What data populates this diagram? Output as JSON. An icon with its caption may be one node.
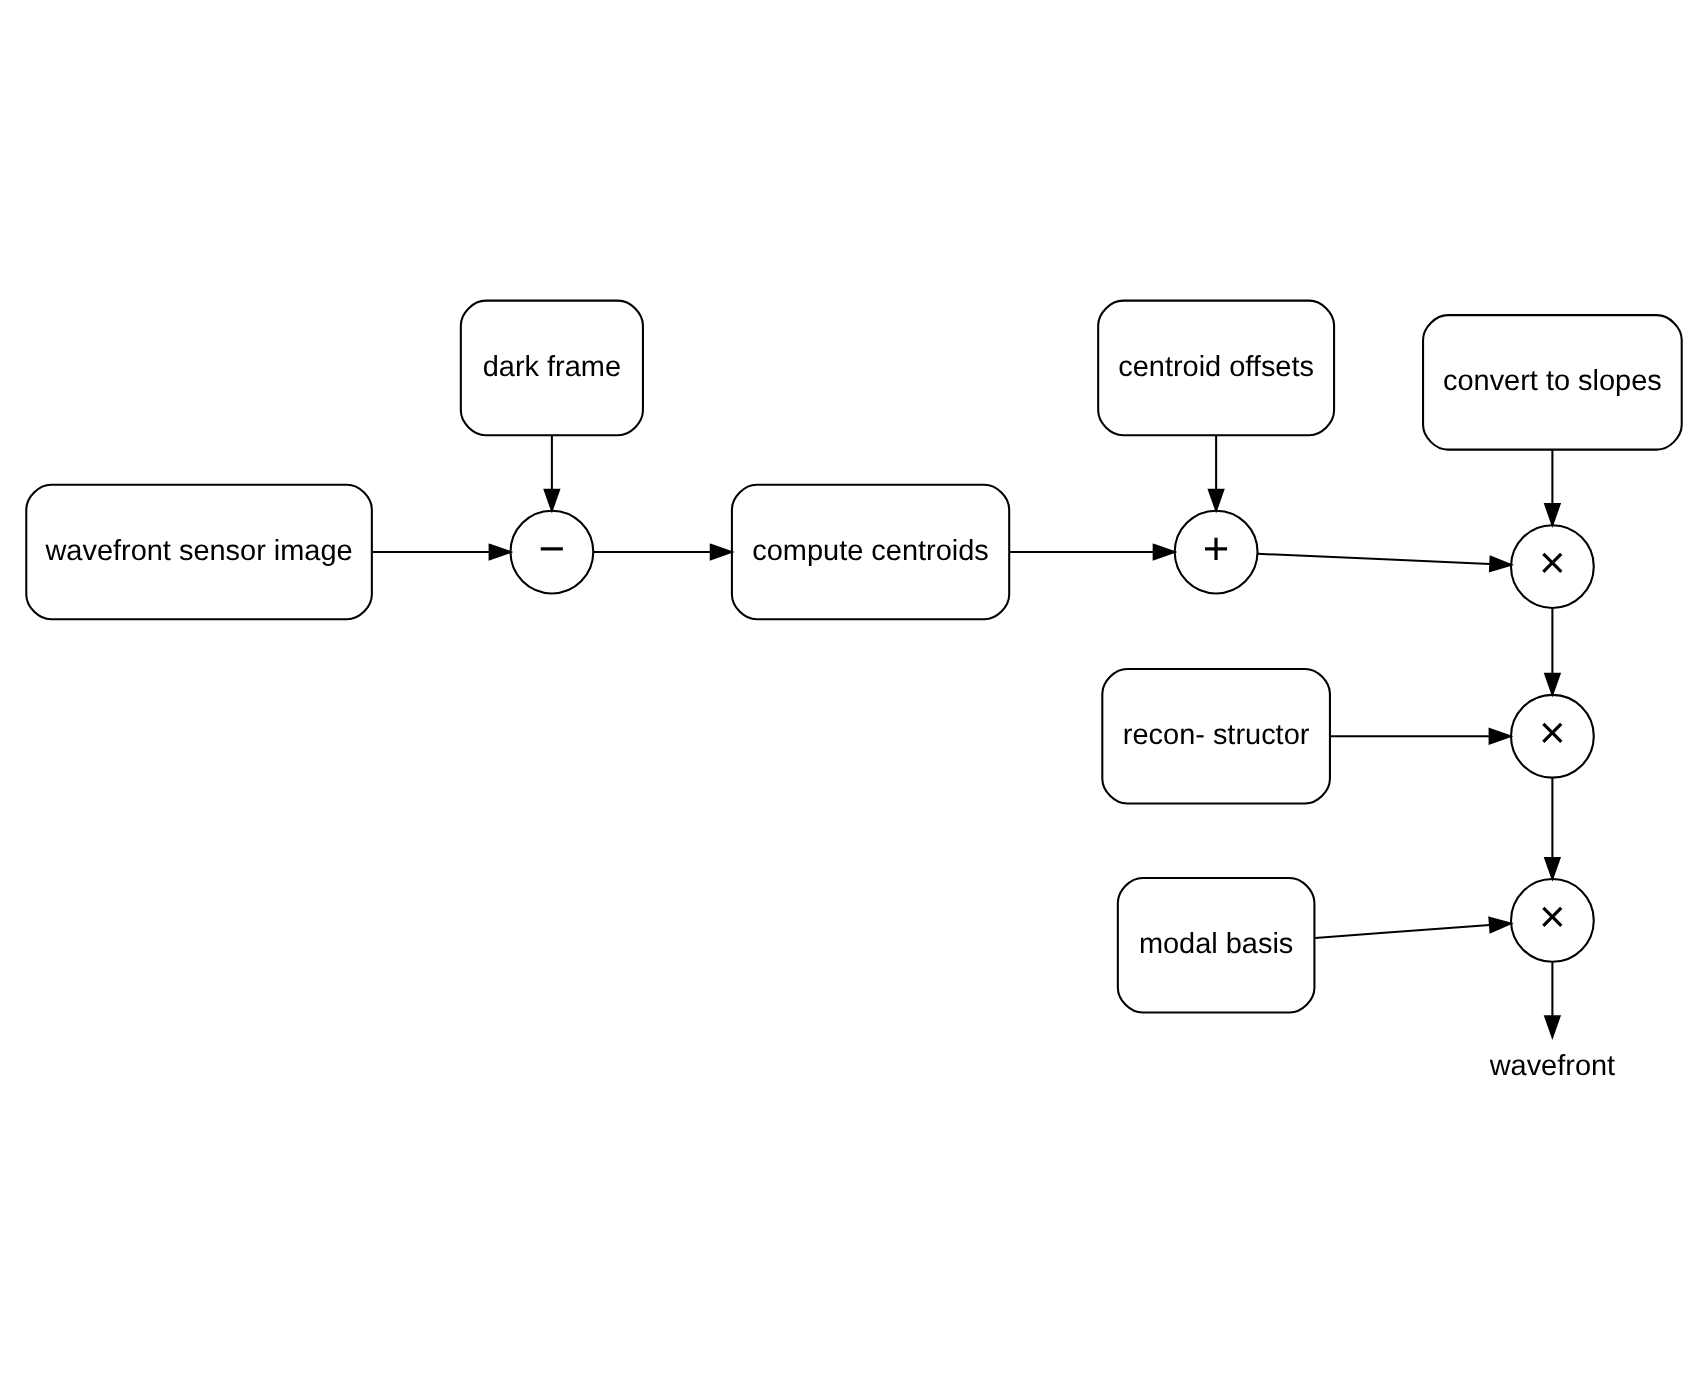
{
  "diagram": {
    "nodes": [
      {
        "text": [
          "wavefront sensor image"
        ]
      },
      {
        "text": [
          "dark frame"
        ]
      },
      {
        "text": [
          "−"
        ]
      },
      {
        "text": [
          "compute centroids"
        ]
      },
      {
        "text": [
          "centroid offsets"
        ]
      },
      {
        "text": [
          "+"
        ]
      },
      {
        "text": [
          "convert to slopes"
        ]
      },
      {
        "text": [
          "×"
        ]
      },
      {
        "text": [
          "recon- structor"
        ]
      },
      {
        "text": [
          "×"
        ]
      },
      {
        "text": [
          "modal basis"
        ]
      },
      {
        "text": [
          "×"
        ]
      },
      {
        "text": [
          "wavefront"
        ]
      }
    ],
    "edges": [
      {
        "from": 0,
        "to": 2,
        "arrow": "to"
      },
      {
        "from": 1,
        "to": 2,
        "arrow": "to"
      },
      {
        "from": 2,
        "to": 3,
        "arrow": "to"
      },
      {
        "from": 3,
        "to": 5,
        "arrow": "to"
      },
      {
        "from": 4,
        "to": 5,
        "arrow": "to"
      },
      {
        "from": 5,
        "to": 7,
        "arrow": "to"
      },
      {
        "from": 6,
        "to": 7,
        "arrow": "to"
      },
      {
        "from": 7,
        "to": 9,
        "arrow": "to"
      },
      {
        "from": 8,
        "to": 9,
        "arrow": "to"
      },
      {
        "from": 9,
        "to": 11,
        "arrow": "to"
      },
      {
        "from": 10,
        "to": 11,
        "arrow": "to"
      },
      {
        "from": 11,
        "to": 12,
        "arrow": "to"
      }
    ]
  }
}
